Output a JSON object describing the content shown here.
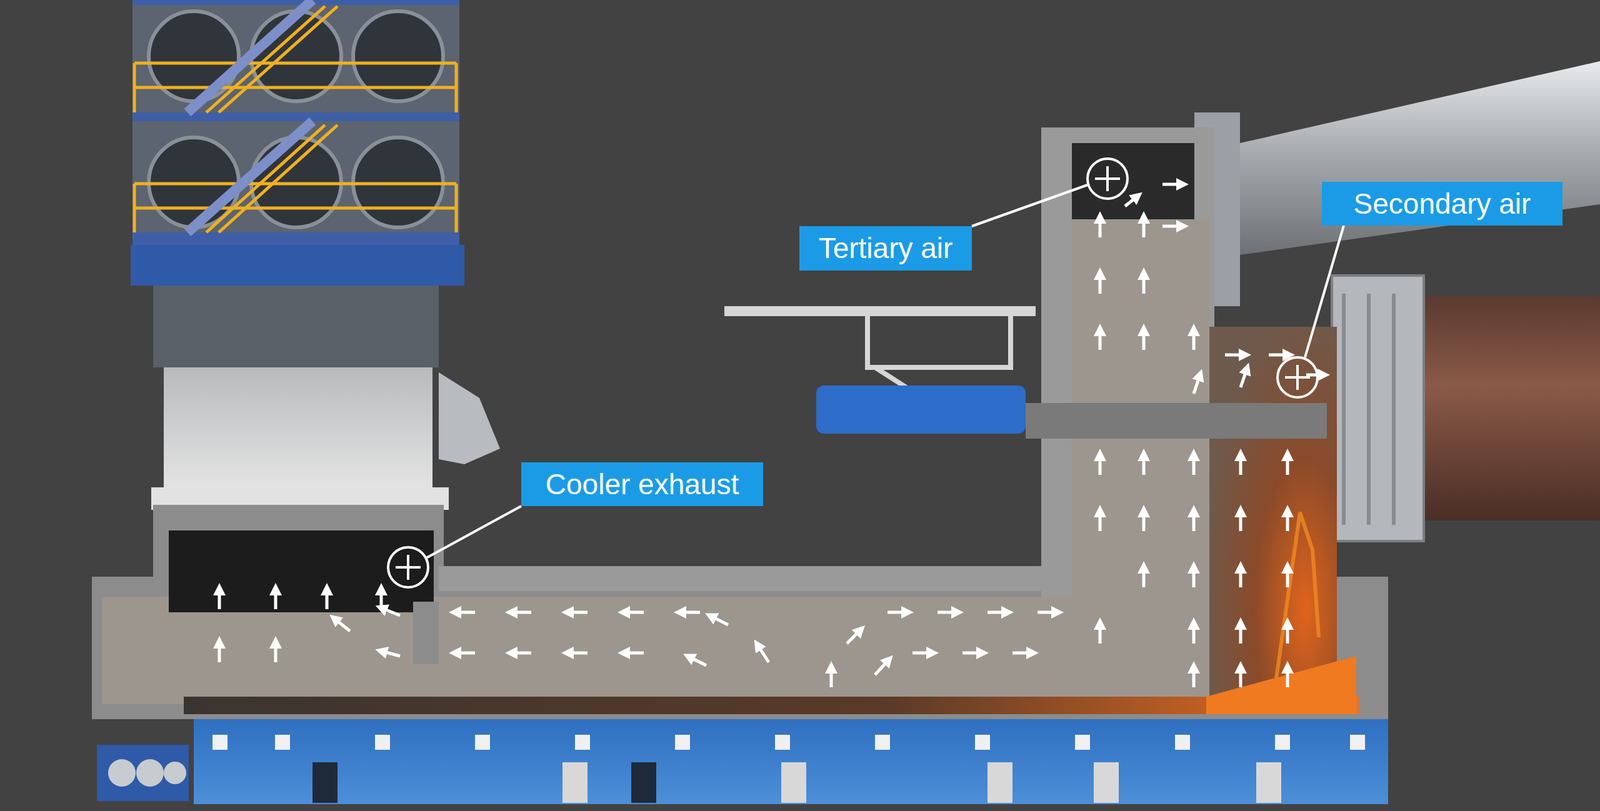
{
  "diagram": {
    "nodes": [
      {
        "text": [
          "Secondary air"
        ]
      },
      {
        "text": [
          "Tertiary air"
        ]
      },
      {
        "text": [
          "Cooler exhaust"
        ]
      }
    ]
  }
}
